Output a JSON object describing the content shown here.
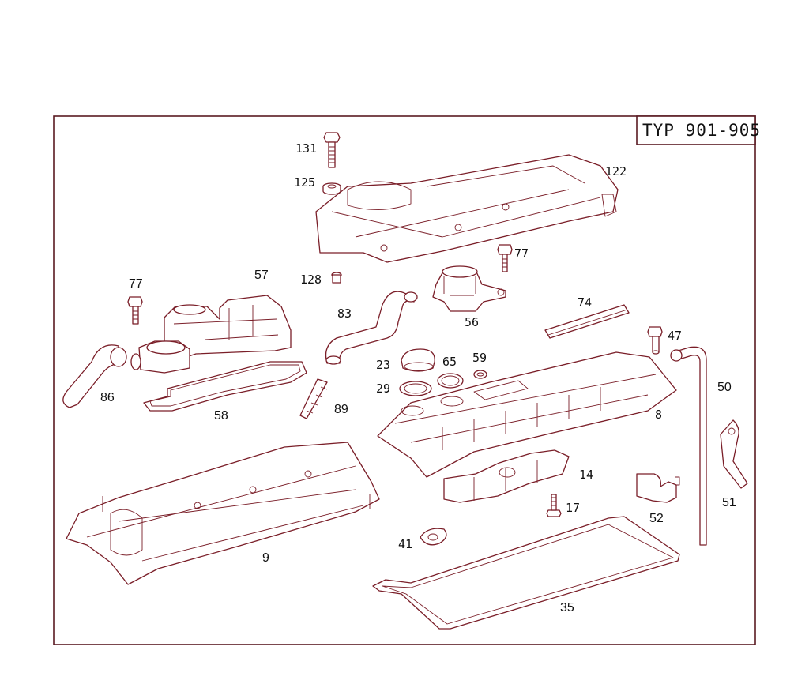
{
  "diagram": {
    "type_label": "TYP 901-905",
    "callouts": {
      "p131": "131",
      "p125": "125",
      "p122": "122",
      "p128": "128",
      "p77a": "77",
      "p77b": "77",
      "p57": "57",
      "p83": "83",
      "p56": "56",
      "p74": "74",
      "p47": "47",
      "p50": "50",
      "p86": "86",
      "p58": "58",
      "p23": "23",
      "p65": "65",
      "p59": "59",
      "p29": "29",
      "p89": "89",
      "p8": "8",
      "p14": "14",
      "p17": "17",
      "p51": "51",
      "p52": "52",
      "p41": "41",
      "p9": "9",
      "p35": "35"
    }
  }
}
